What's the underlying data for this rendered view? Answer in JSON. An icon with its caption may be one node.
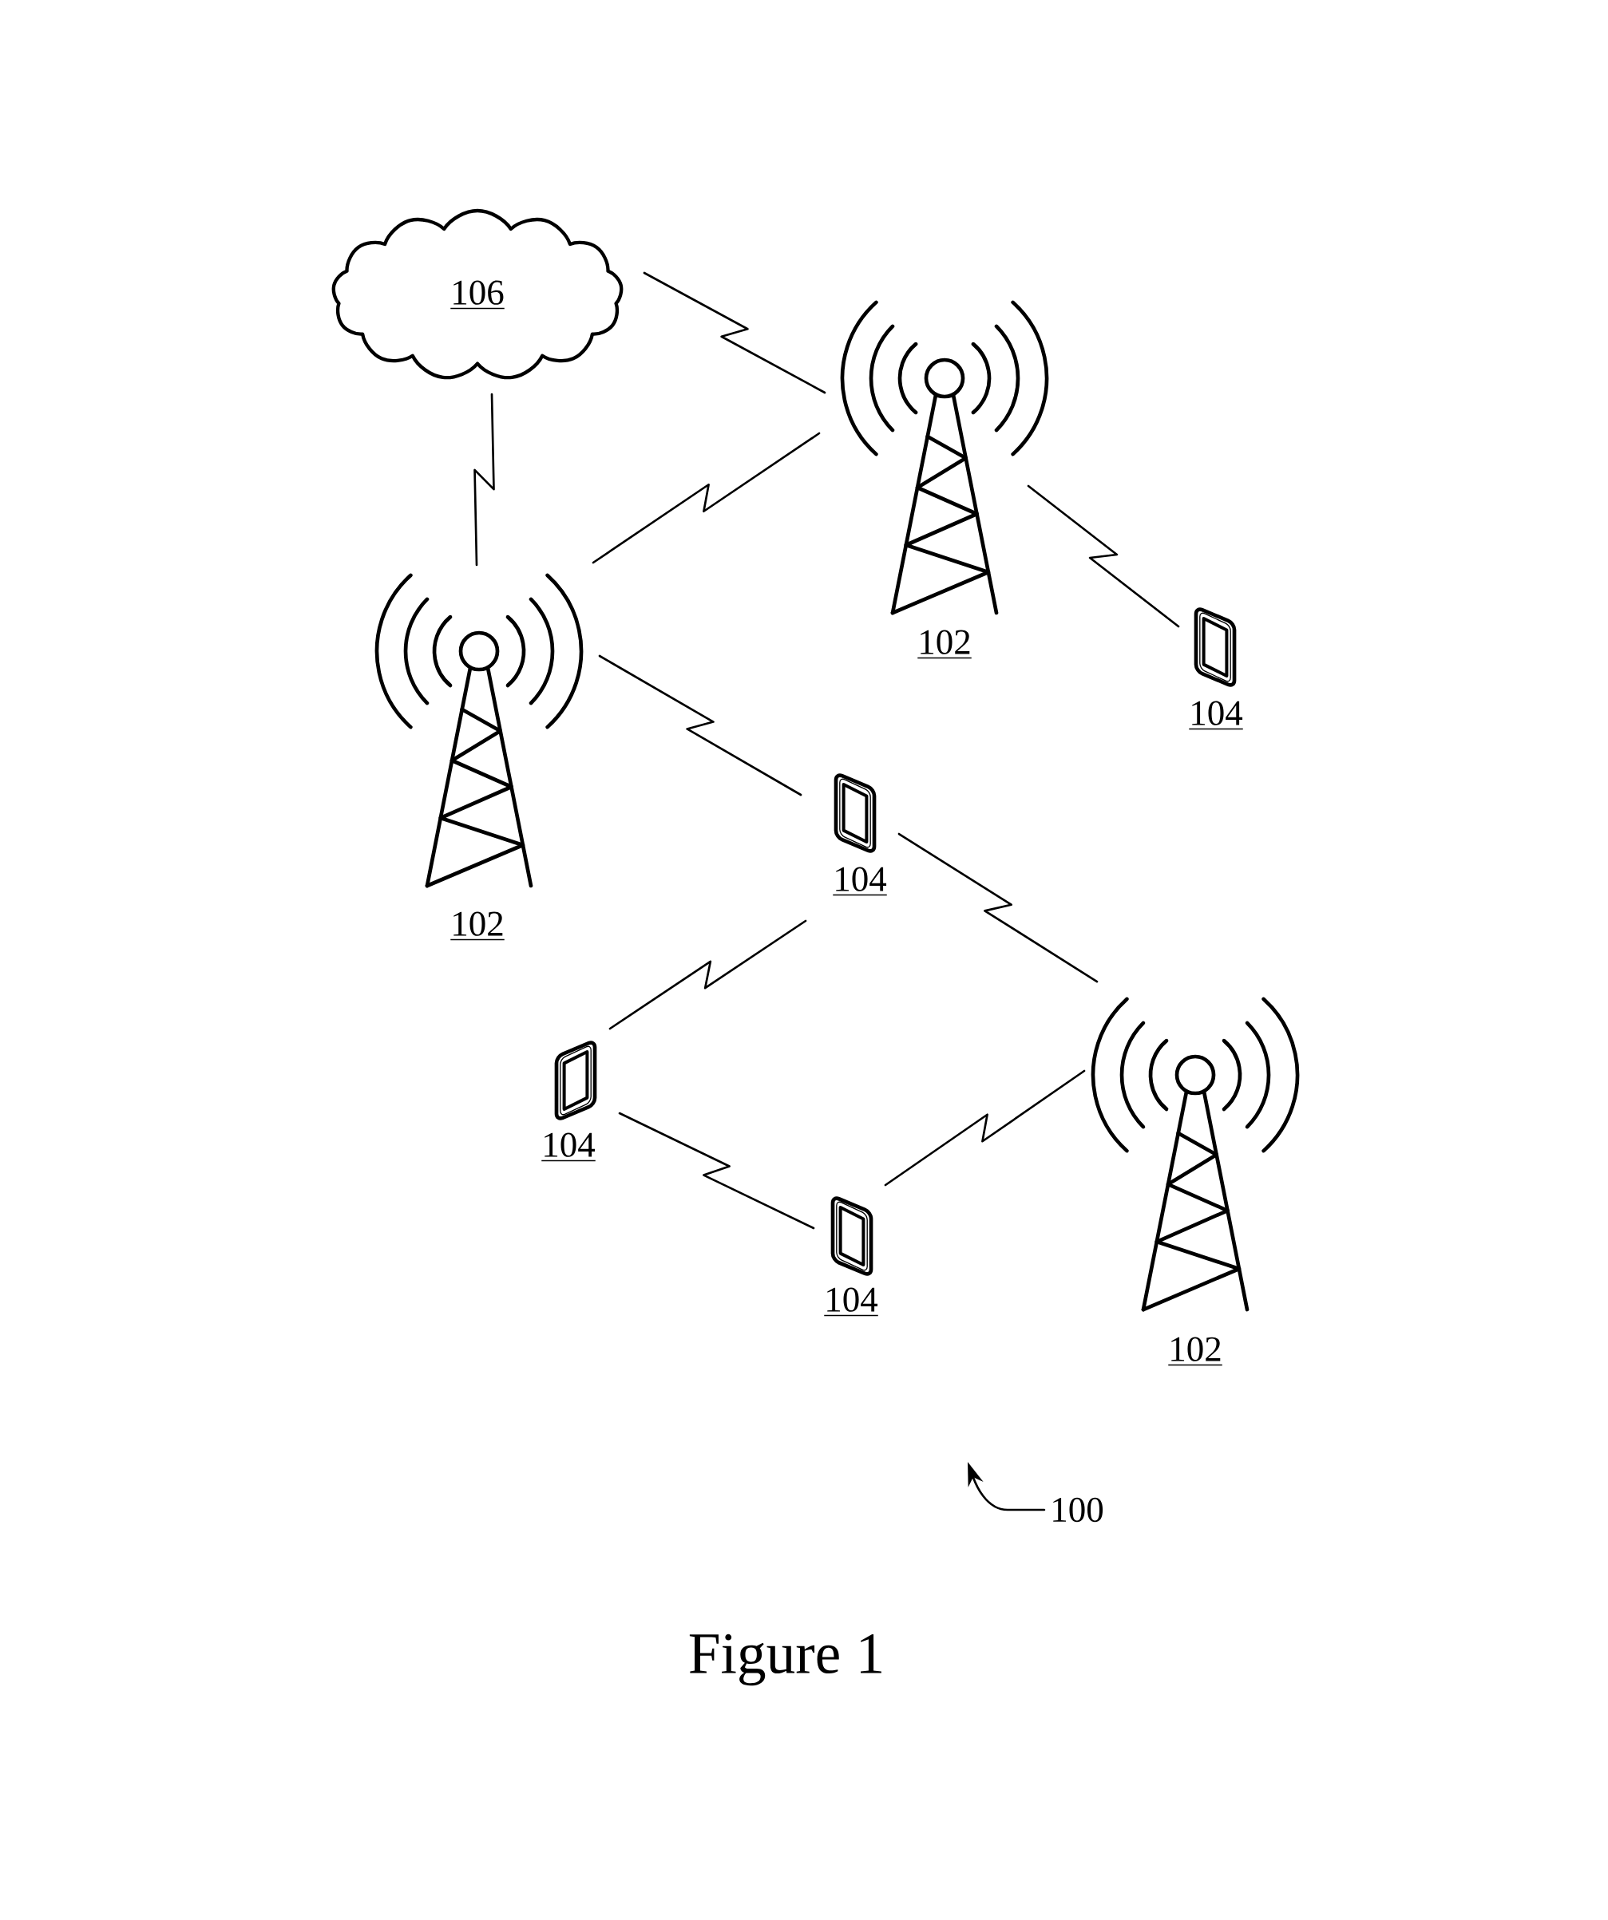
{
  "diagram": {
    "caption": "Figure 1",
    "nodes": [
      {
        "text": [
          "106"
        ]
      },
      {
        "text": [],
        "shape": "picture",
        "beside": [
          "102"
        ]
      },
      {
        "text": [],
        "shape": "picture",
        "beside": [
          "102"
        ]
      },
      {
        "text": [],
        "shape": "picture",
        "beside": [
          "104"
        ]
      },
      {
        "text": [],
        "shape": "picture",
        "beside": [
          "104"
        ]
      },
      {
        "text": [],
        "shape": "picture",
        "beside": [
          "102"
        ]
      },
      {
        "text": [],
        "shape": "picture",
        "beside": [
          "104"
        ]
      },
      {
        "text": [],
        "shape": "picture",
        "beside": [
          "104"
        ]
      },
      {
        "text": [
          "100"
        ]
      }
    ],
    "edges": [
      {
        "from": 0,
        "to": 1,
        "arrow": "none"
      },
      {
        "from": 0,
        "to": 2,
        "arrow": "none"
      },
      {
        "from": 1,
        "to": 2,
        "arrow": "none"
      },
      {
        "from": 1,
        "to": 3,
        "arrow": "none"
      },
      {
        "from": 2,
        "to": 4,
        "arrow": "none"
      },
      {
        "from": 4,
        "to": 5,
        "arrow": "none"
      },
      {
        "from": 4,
        "to": 6,
        "arrow": "none"
      },
      {
        "from": 6,
        "to": 7,
        "arrow": "none"
      },
      {
        "from": 7,
        "to": 5,
        "arrow": "none"
      },
      {
        "from": 8,
        "to": null,
        "arrow": "to"
      }
    ]
  }
}
